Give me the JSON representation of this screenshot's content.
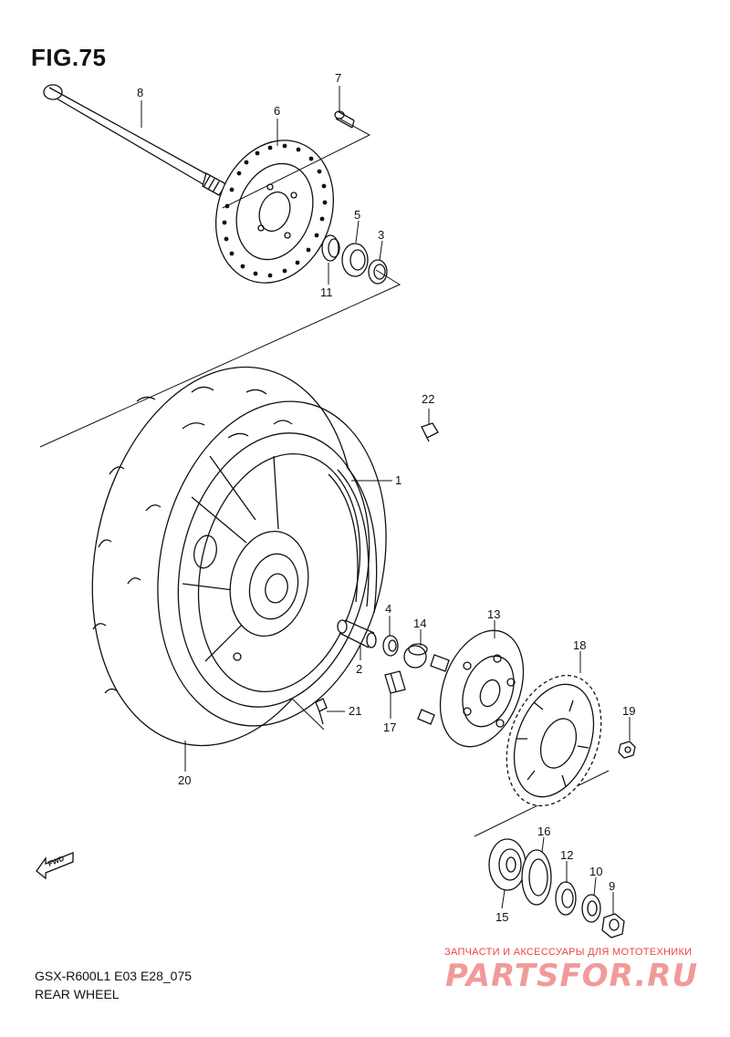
{
  "figure": {
    "title": "FIG.75",
    "model_code": "GSX-R600L1  E03 E28_075",
    "caption": "REAR WHEEL"
  },
  "fwd_label": "FWD",
  "callouts": [
    {
      "id": "c1",
      "number": "1"
    },
    {
      "id": "c2",
      "number": "2"
    },
    {
      "id": "c3",
      "number": "3"
    },
    {
      "id": "c4",
      "number": "4"
    },
    {
      "id": "c5",
      "number": "5"
    },
    {
      "id": "c6",
      "number": "6"
    },
    {
      "id": "c7",
      "number": "7"
    },
    {
      "id": "c8",
      "number": "8"
    },
    {
      "id": "c9",
      "number": "9"
    },
    {
      "id": "c10",
      "number": "10"
    },
    {
      "id": "c11",
      "number": "11"
    },
    {
      "id": "c12",
      "number": "12"
    },
    {
      "id": "c13",
      "number": "13"
    },
    {
      "id": "c14",
      "number": "14"
    },
    {
      "id": "c15",
      "number": "15"
    },
    {
      "id": "c16",
      "number": "16"
    },
    {
      "id": "c17",
      "number": "17"
    },
    {
      "id": "c18",
      "number": "18"
    },
    {
      "id": "c19",
      "number": "19"
    },
    {
      "id": "c20",
      "number": "20"
    },
    {
      "id": "c21",
      "number": "21"
    },
    {
      "id": "c22",
      "number": "22"
    }
  ],
  "watermark": {
    "tagline": "ЗАПЧАСТИ И АКСЕССУАРЫ ДЛЯ МОТОТЕХНИКИ",
    "brand": "PARTSFOR.RU"
  }
}
